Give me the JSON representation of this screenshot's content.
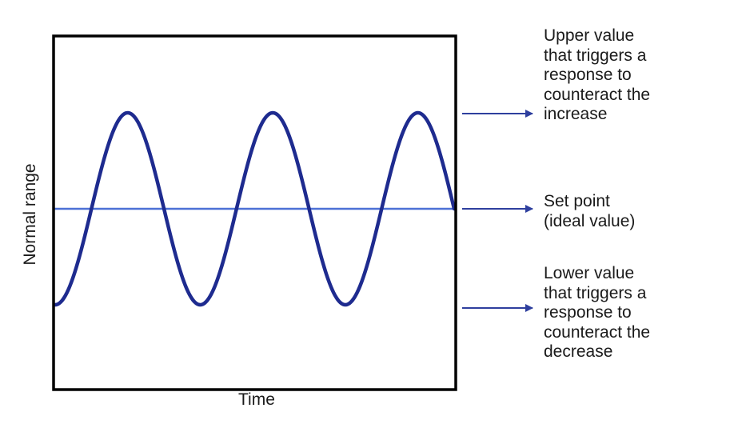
{
  "diagram": {
    "x_axis_label": "Time",
    "y_axis_label": "Normal range",
    "colors": {
      "frame": "#000000",
      "wave": "#1e2b8f",
      "set_point_line": "#4d71d6",
      "arrow": "#2e3f9e",
      "text": "#1a1a1a"
    },
    "annotations": {
      "upper": [
        "Upper value",
        "that triggers a",
        "response to",
        "counteract the",
        "increase"
      ],
      "set_point": [
        "Set point",
        "(ideal value)"
      ],
      "lower": [
        "Lower value",
        "that triggers a",
        "response to",
        "counteract the",
        "decrease"
      ]
    },
    "wave": {
      "cycles_shown": 2.75,
      "upper_level": 1,
      "set_point_level": 0,
      "lower_level": -1
    }
  }
}
